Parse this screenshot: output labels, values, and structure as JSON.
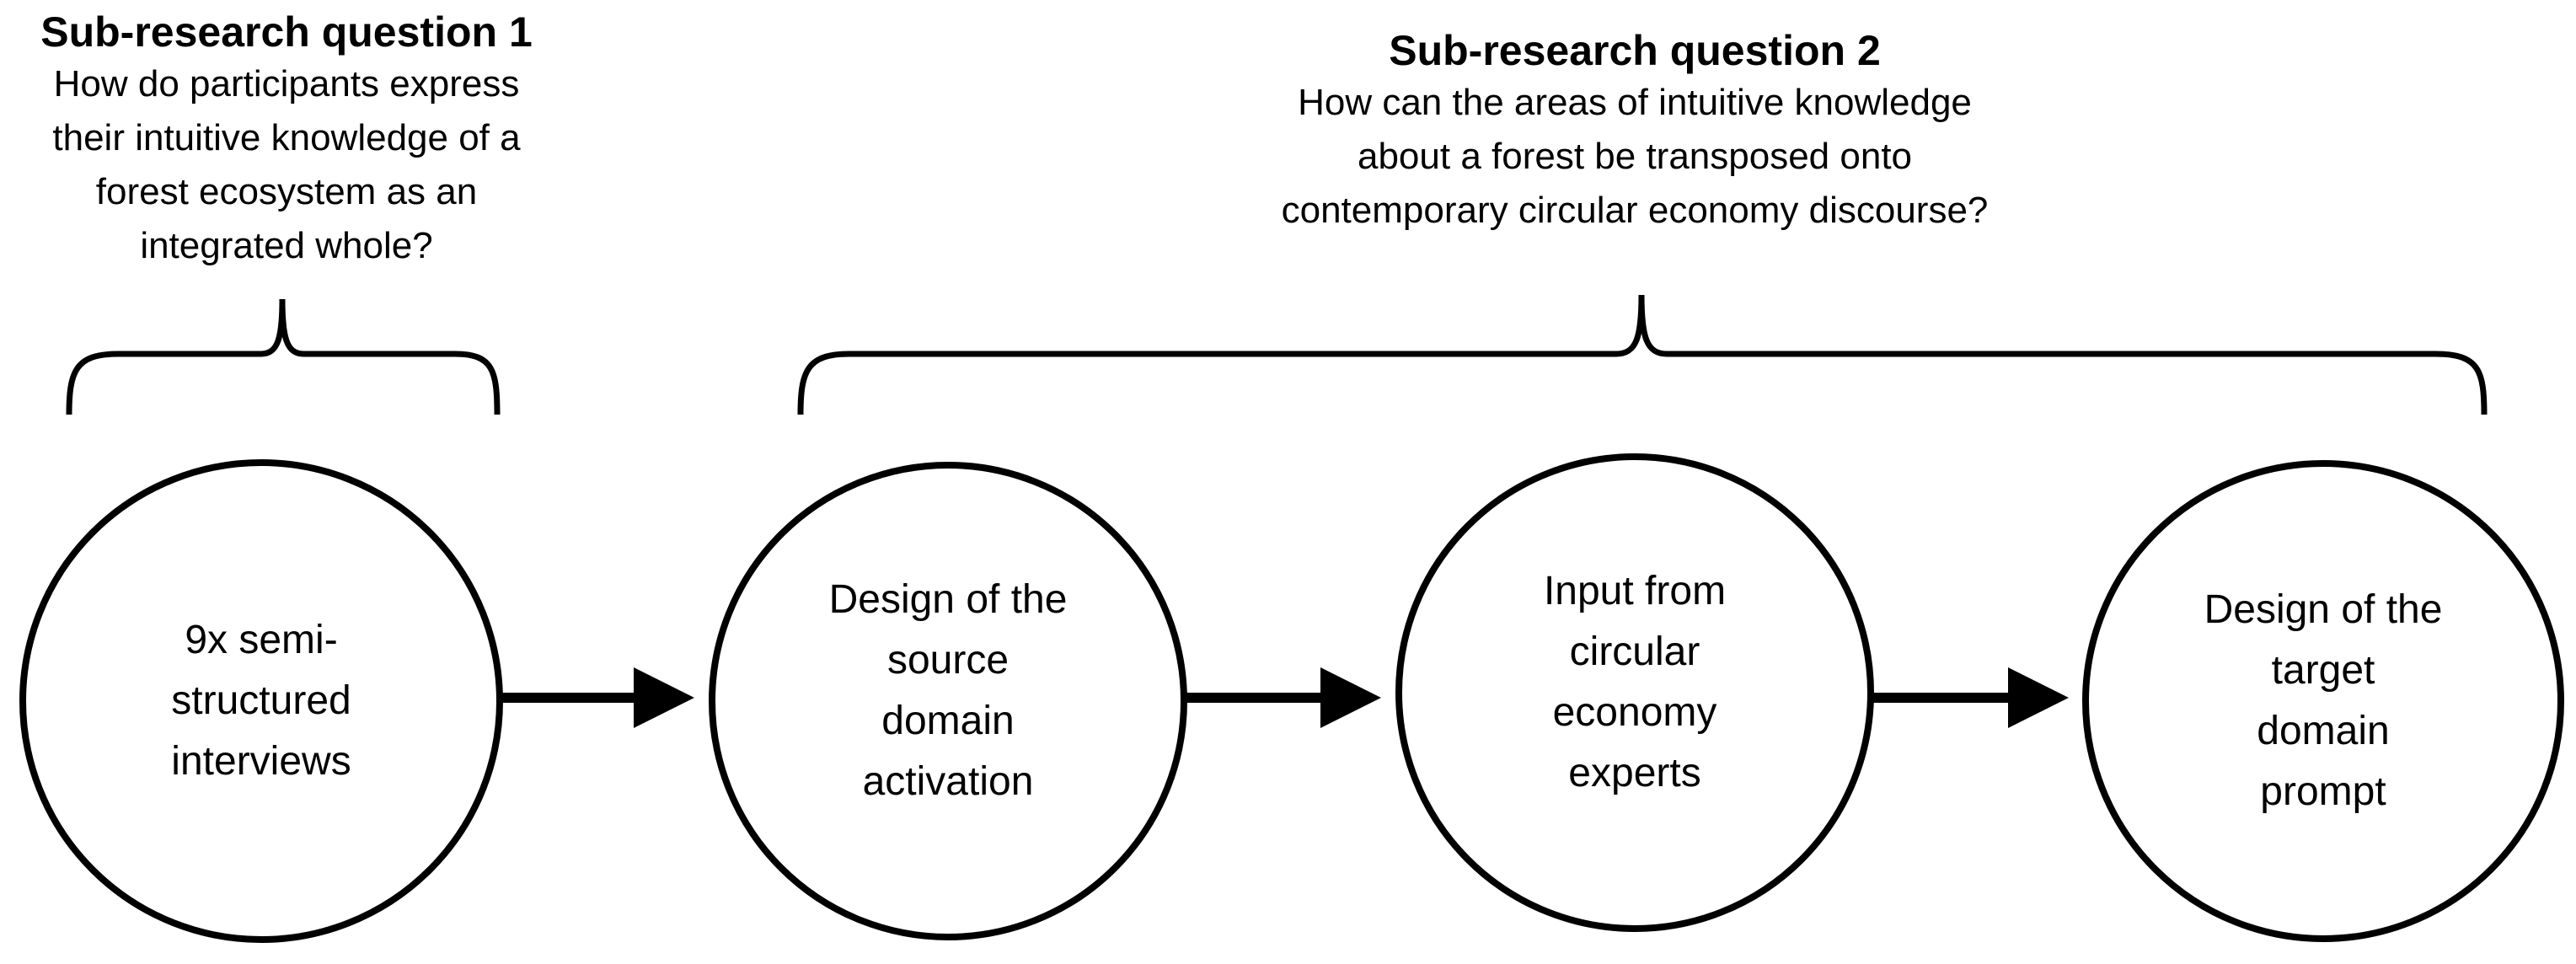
{
  "sub_question_1": {
    "title": "Sub-research question 1",
    "lines": [
      "How do participants express",
      "their intuitive knowledge of a",
      "forest ecosystem as an",
      "integrated whole?"
    ]
  },
  "sub_question_2": {
    "title": "Sub-research question 2",
    "lines": [
      "How can the areas of intuitive knowledge",
      "about a forest be transposed onto",
      "contemporary circular economy discourse?"
    ]
  },
  "steps": [
    {
      "lines": [
        "9x semi-",
        "structured",
        "interviews"
      ]
    },
    {
      "lines": [
        "Design of the",
        "source",
        "domain",
        "activation"
      ]
    },
    {
      "lines": [
        "Input from",
        "circular",
        "economy",
        "experts"
      ]
    },
    {
      "lines": [
        "Design of the",
        "target",
        "domain",
        "prompt"
      ]
    }
  ],
  "colors": {
    "stroke": "#000000",
    "background": "#ffffff"
  }
}
